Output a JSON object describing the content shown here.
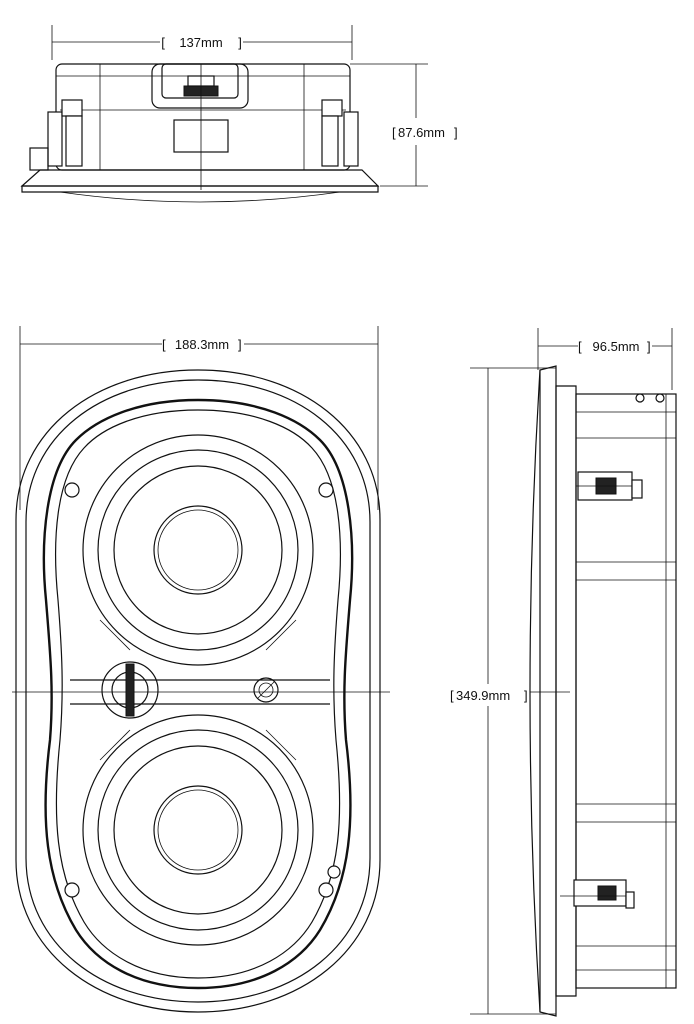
{
  "dimensions": {
    "top_width": "137mm",
    "top_height": "87.6mm",
    "front_width": "188.3mm",
    "side_depth": "96.5mm",
    "side_height": "349.9mm"
  }
}
